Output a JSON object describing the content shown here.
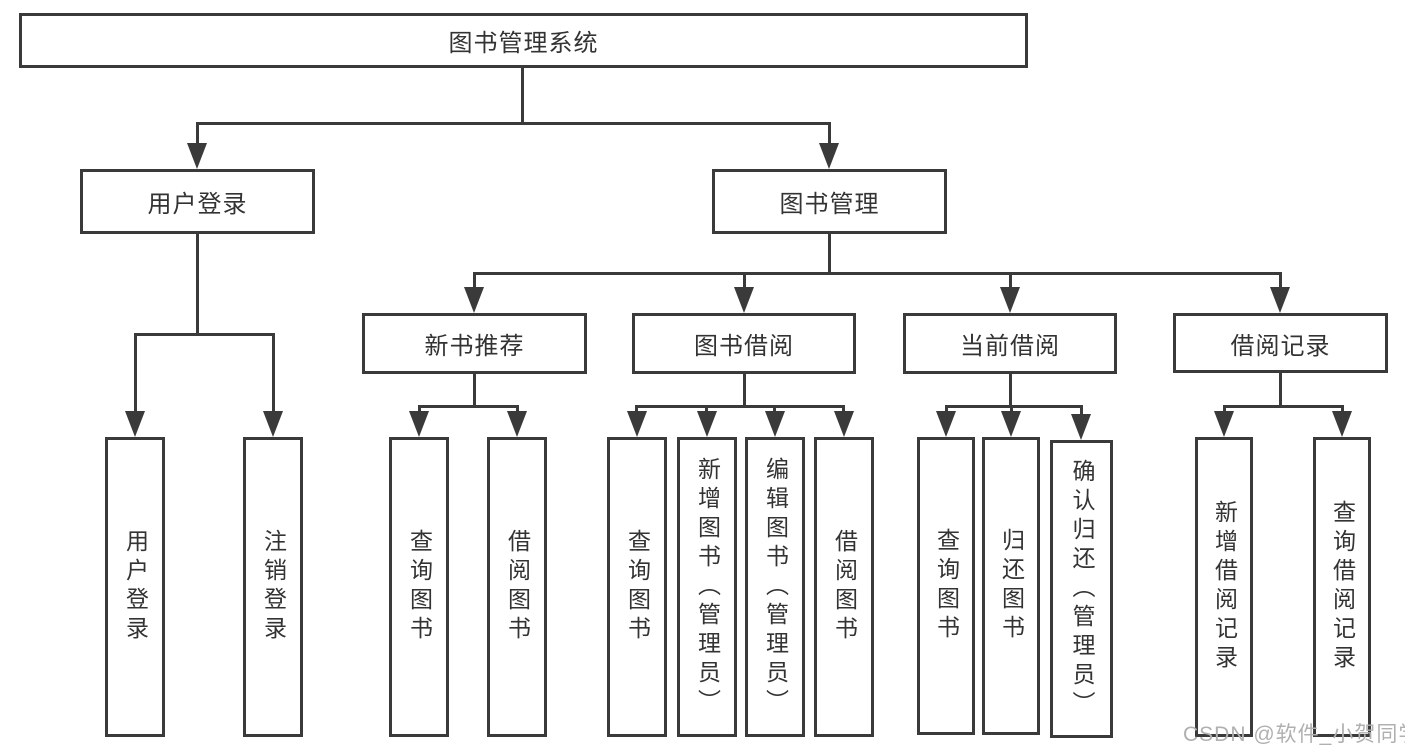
{
  "root": {
    "label": "图书管理系统"
  },
  "level2": {
    "user_login": {
      "label": "用户登录",
      "children": [
        {
          "label": "用户登录"
        },
        {
          "label": "注销登录"
        }
      ]
    },
    "book_management": {
      "label": "图书管理",
      "groups": [
        {
          "label": "新书推荐",
          "children": [
            {
              "label": "查询图书"
            },
            {
              "label": "借阅图书"
            }
          ]
        },
        {
          "label": "图书借阅",
          "children": [
            {
              "label": "查询图书"
            },
            {
              "label": "新增图书（管理员）"
            },
            {
              "label": "编辑图书（管理员）"
            },
            {
              "label": "借阅图书"
            }
          ]
        },
        {
          "label": "当前借阅",
          "children": [
            {
              "label": "查询图书"
            },
            {
              "label": "归还图书"
            },
            {
              "label": "确认归还（管理员）"
            }
          ]
        },
        {
          "label": "借阅记录",
          "children": [
            {
              "label": "新增借阅记录"
            },
            {
              "label": "查询借阅记录"
            }
          ]
        }
      ]
    }
  },
  "watermark": {
    "text": "CSDN @软件_小贺同学"
  },
  "colors": {
    "line": "#3a3a3a",
    "text": "#333333",
    "background": "#ffffff",
    "watermark": "#b0b0b0"
  }
}
